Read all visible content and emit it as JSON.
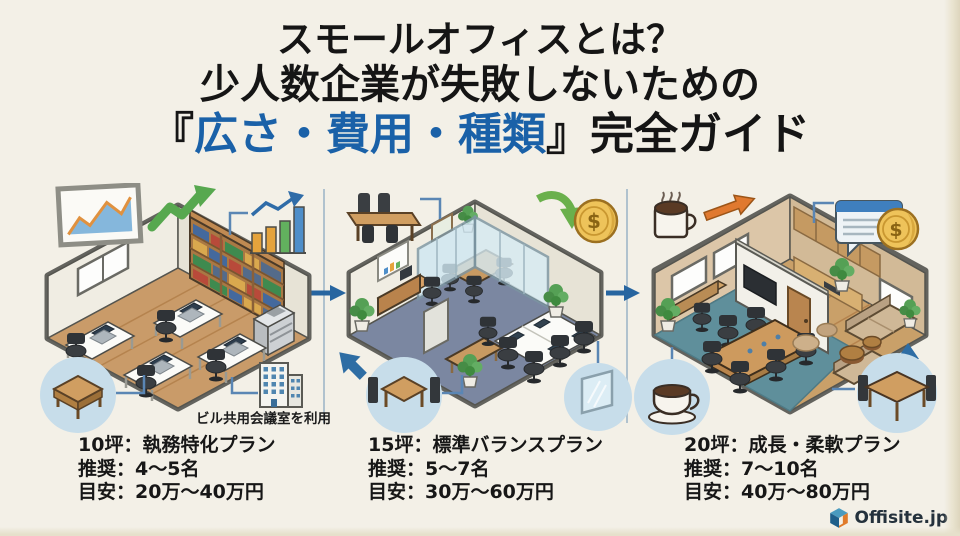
{
  "title": {
    "line1": "スモールオフィスとは？",
    "line2": "少人数企業が失敗しないための",
    "line3_open": "『",
    "line3_highlight": "広さ・費用・種類",
    "line3_close": "』",
    "line3_rest": "完全ガイド"
  },
  "plans": [
    {
      "size_line": "10坪：執務特化プラン",
      "staff_line": "推奨：4〜5名",
      "budget_line": "目安：20万〜40万円",
      "note": "ビル共用会議室を利用"
    },
    {
      "size_line": "15坪：標準バランスプラン",
      "staff_line": "推奨：5〜7名",
      "budget_line": "目安：30万〜60万円"
    },
    {
      "size_line": "20坪：成長・柔軟プラン",
      "staff_line": "推奨：7〜10名",
      "budget_line": "目安：40万〜80万円"
    }
  ],
  "coin_symbol": "$",
  "logo": {
    "text": "Offisite.jp"
  },
  "icons": {
    "line-chart-frame-icon": "framed-area-chart",
    "growth-arrow-icon": "green-zigzag-up-arrow",
    "bar-chart-icon": "bars-with-trend-arrow",
    "shared-table-icon": "isometric-table-in-circle",
    "office-building-icon": "building-with-windows",
    "meeting-table-icon": "table-with-chairs",
    "cost-down-arrow-icon": "curved-green-arrow",
    "dollar-coin-icon": "gold-coin-with-dollar",
    "upgrade-arrow-icon": "solid-blue-arrow",
    "glass-partition-icon": "glass-panel-in-circle",
    "coffee-mug-icon": "steaming-mug",
    "growth-orange-arrow-icon": "solid-orange-arrow",
    "chat-money-icon": "speech-bubble-with-coin",
    "coffee-cup-icon": "cup-and-saucer-in-circle",
    "flow-arrow-icon": "blue-right-arrow",
    "brand-cube-icon": "offisite-cube-logo"
  },
  "colors": {
    "background": "#f3f0e7",
    "title_text": "#151515",
    "highlight_blue": "#1a61a8",
    "connector_blue": "#5a86b4",
    "circle_bg": "#c7ddea",
    "wood_floor": "#c99b69",
    "carpet_slate": "#7b87a1",
    "carpet_teal": "#5f8f9b",
    "accent_green": "#57a84f",
    "accent_orange": "#e0792f",
    "coin_gold": "#eec35a"
  }
}
